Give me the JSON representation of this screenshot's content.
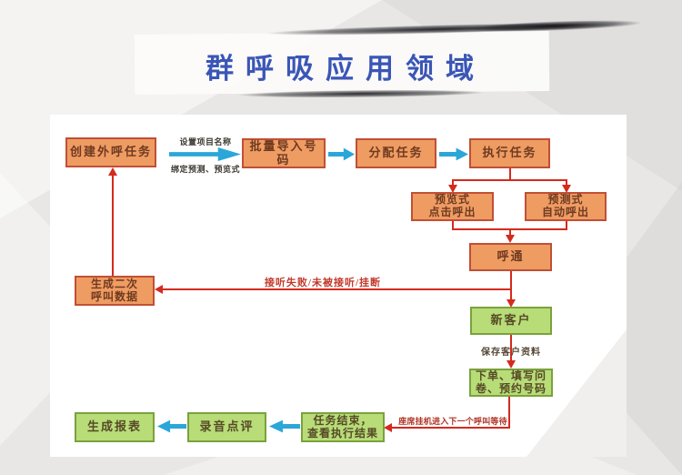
{
  "title": "群呼吸应用领域",
  "flowchart": {
    "nodes": {
      "create_task": {
        "label": "创建外呼任务"
      },
      "import_numbers": {
        "label": "批量导入号码"
      },
      "assign_task": {
        "label": "分配任务"
      },
      "execute_task": {
        "label": "执行任务"
      },
      "preview_call": {
        "label": "预览式\n点击呼出"
      },
      "predictive_call": {
        "label": "预测式\n自动呼出"
      },
      "call_connected": {
        "label": "呼通"
      },
      "second_call_data": {
        "label": "生成二次\n呼叫数据"
      },
      "new_customer": {
        "label": "新客户"
      },
      "place_order": {
        "label": "下单、填写问\n卷、预约号码"
      },
      "task_end": {
        "label": "任务结束，\n查看执行结果"
      },
      "recording_review": {
        "label": "录音点评"
      },
      "generate_report": {
        "label": "生成报表"
      }
    },
    "labels": {
      "set_project_name": "设置项目名称",
      "bind_mode": "绑定预测、预览式",
      "fail_reasons": "接听失败/未被接听/挂断",
      "save_customer": "保存客户资料",
      "agent_next_call": "座席挂机进入下一个呼叫等待"
    },
    "colors": {
      "orange_fill": "#EF9C63",
      "orange_border": "#C14F35",
      "green_fill": "#B8DC78",
      "green_border": "#7AA23C",
      "red_connector": "#D32B1E",
      "blue_arrow": "#2AA7D8",
      "title_blue": "#3A56B6"
    }
  }
}
